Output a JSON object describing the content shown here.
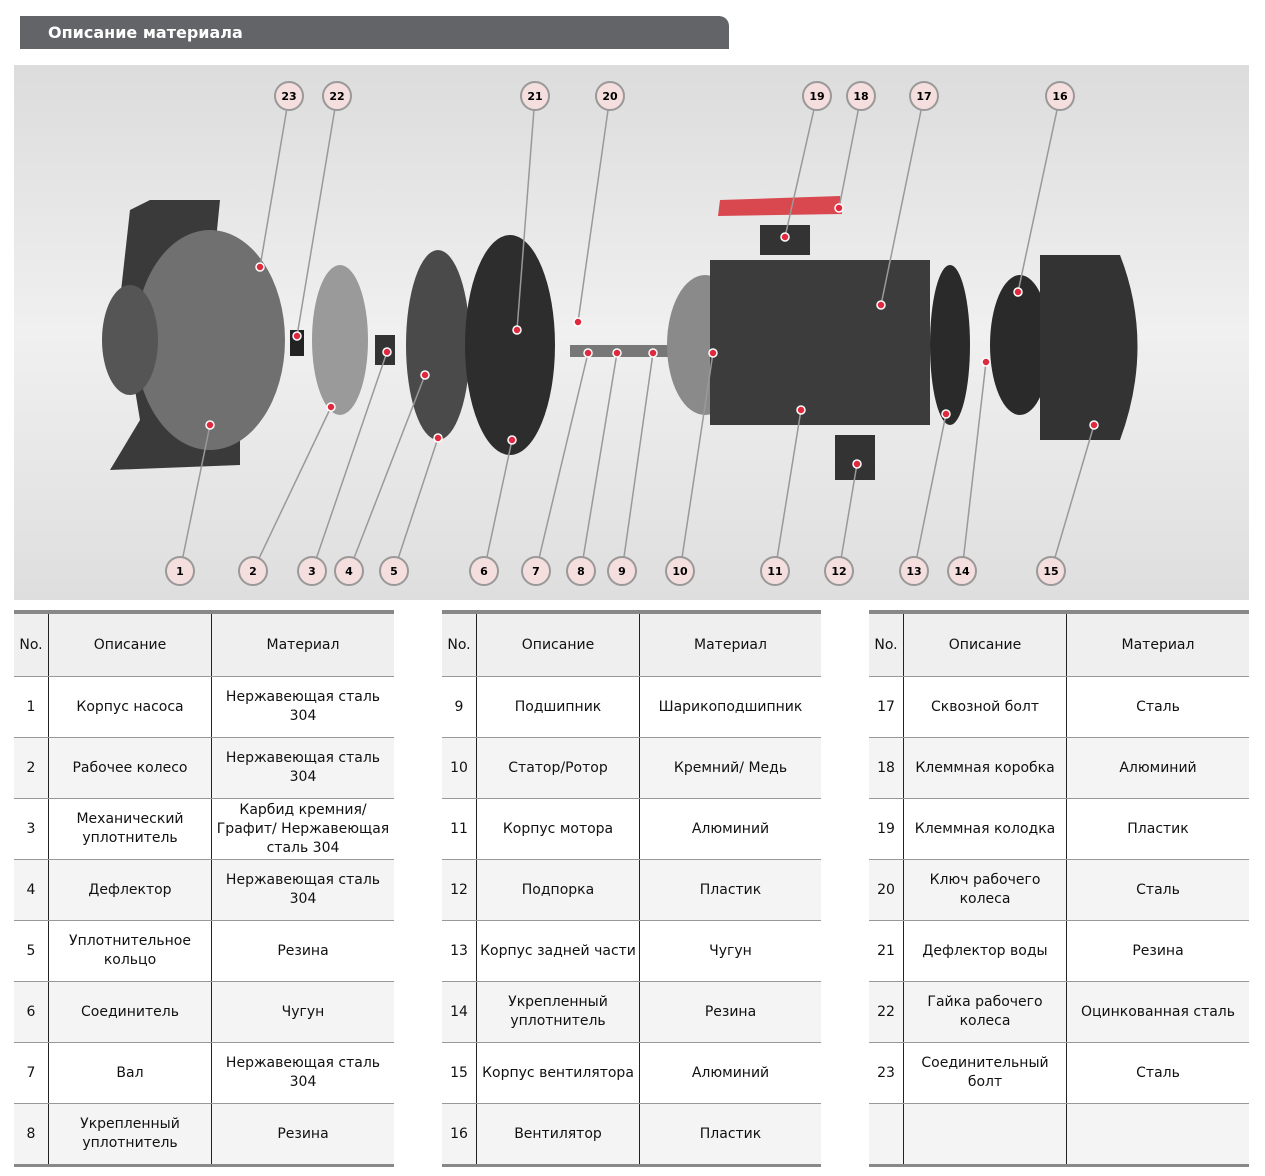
{
  "header": {
    "title": "Описание материала"
  },
  "diagram": {
    "callouts": [
      "1",
      "2",
      "3",
      "4",
      "5",
      "6",
      "7",
      "8",
      "9",
      "10",
      "11",
      "12",
      "13",
      "14",
      "15",
      "16",
      "17",
      "18",
      "19",
      "20",
      "21",
      "22",
      "23"
    ],
    "accent": "#e0293f"
  },
  "table_headers": {
    "no": "No.",
    "desc": "Описание",
    "mat": "Материал"
  },
  "tables": [
    [
      [
        "1",
        "Корпус насоса",
        "Нержавеющая сталь 304"
      ],
      [
        "2",
        "Рабочее колесо",
        "Нержавеющая сталь 304"
      ],
      [
        "3",
        "Механический уплотнитель",
        "Карбид кремния/ Графит/ Нержавеющая сталь 304"
      ],
      [
        "4",
        "Дефлектор",
        "Нержавеющая сталь 304"
      ],
      [
        "5",
        "Уплотнительное кольцо",
        "Резина"
      ],
      [
        "6",
        "Соединитель",
        "Чугун"
      ],
      [
        "7",
        "Вал",
        "Нержавеющая сталь 304"
      ],
      [
        "8",
        "Укрепленный уплотнитель",
        "Резина"
      ]
    ],
    [
      [
        "9",
        "Подшипник",
        "Шарикоподшипник"
      ],
      [
        "10",
        "Статор/Ротор",
        "Кремний/ Медь"
      ],
      [
        "11",
        "Корпус мотора",
        "Алюминий"
      ],
      [
        "12",
        "Подпорка",
        "Пластик"
      ],
      [
        "13",
        "Корпус задней части",
        "Чугун"
      ],
      [
        "14",
        "Укрепленный уплотнитель",
        "Резина"
      ],
      [
        "15",
        "Корпус вентилятора",
        "Алюминий"
      ],
      [
        "16",
        "Вентилятор",
        "Пластик"
      ]
    ],
    [
      [
        "17",
        "Сквозной болт",
        "Сталь"
      ],
      [
        "18",
        "Клеммная коробка",
        "Алюминий"
      ],
      [
        "19",
        "Клеммная колодка",
        "Пластик"
      ],
      [
        "20",
        "Ключ рабочего колеса",
        "Сталь"
      ],
      [
        "21",
        "Дефлектор воды",
        "Резина"
      ],
      [
        "22",
        "Гайка рабочего колеса",
        "Оцинкованная сталь"
      ],
      [
        "23",
        "Соединительный болт",
        "Сталь"
      ],
      [
        "",
        "",
        ""
      ]
    ]
  ]
}
